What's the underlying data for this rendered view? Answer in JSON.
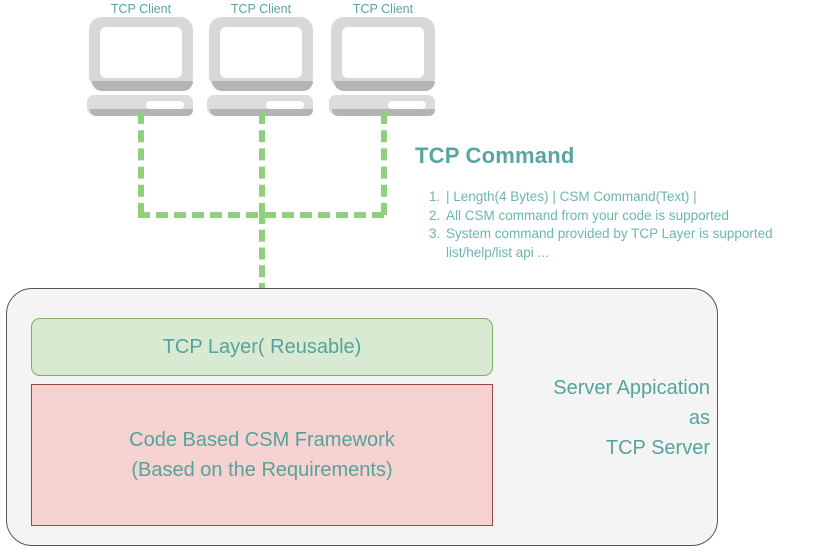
{
  "colors": {
    "teal_text": "#56a39c",
    "label_teal": "#58a6a0",
    "link_green": "#90cf7d",
    "green_box_fill": "#d9ead3",
    "green_box_border": "#7cb063",
    "pink_box_fill": "#f6d2d0",
    "pink_box_border": "#a0463f",
    "container_fill": "#f4f4f4",
    "container_border": "#555555",
    "laptop_gray": "#d8d8d8"
  },
  "clients": [
    {
      "label": "TCP Client"
    },
    {
      "label": "TCP Client"
    },
    {
      "label": "TCP Client"
    }
  ],
  "tcp_command": {
    "title": "TCP Command",
    "items": [
      {
        "num": "1.",
        "text": "| Length(4 Bytes) | CSM Command(Text) |"
      },
      {
        "num": "2.",
        "text": "All CSM command from your code is supported"
      },
      {
        "num": "3.",
        "text": "System command provided by TCP Layer is supported"
      }
    ],
    "continuation": "list/help/list api ..."
  },
  "server": {
    "tcp_layer_label": "TCP Layer( Reusable)",
    "csm_framework_line1": "Code Based CSM Framework",
    "csm_framework_line2": "(Based on the Requirements)",
    "app_line1": "Server Appication",
    "app_line2": "as",
    "app_line3": "TCP Server"
  }
}
